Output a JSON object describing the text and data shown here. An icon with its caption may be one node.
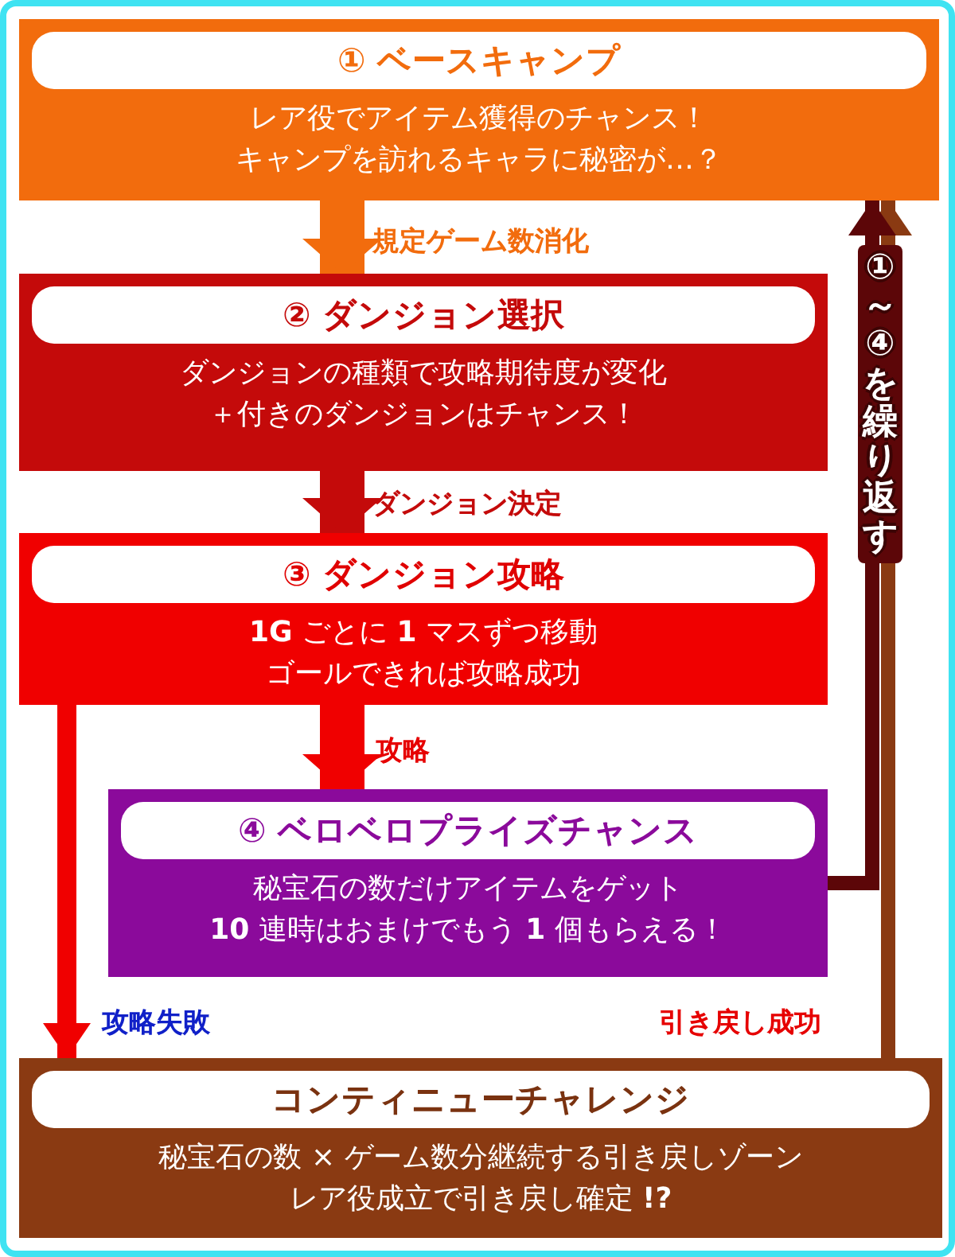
{
  "diagram": {
    "nodes": [
      {
        "text": [
          "① ベースキャンプ",
          "レア役でアイテム獲得のチャンス！キャンプを訪れるキャラに秘密が…？"
        ]
      },
      {
        "text": [
          "② ダンジョン選択",
          "ダンジョンの種類で攻略期待度が変化＋付きのダンジョンはチャンス！"
        ]
      },
      {
        "text": [
          "③ ダンジョン攻略",
          "**1G** ごとに **1** マスずつ移動ゴールできれば攻略成功"
        ]
      },
      {
        "text": [
          "④ ベロベロプライズチャンス",
          "秘宝石の数だけアイテムをゲット**10** 連時はおまけでもう **1** 個もらえる！"
        ]
      },
      {
        "text": [
          "コンティニューチャレンジ",
          "秘宝石の数 × ゲーム数分継続する引き戻しゾーンレア役成立で引き戻し確定 **!?**"
        ]
      }
    ],
    "edges": [
      {
        "from": 0,
        "to": 1,
        "arrow": "to",
        "label": "規定ゲーム数消化",
        "style": "thick",
        "color": "#f26c0d"
      },
      {
        "from": 1,
        "to": 2,
        "arrow": "to",
        "label": "ダンジョン決定",
        "style": "thick",
        "color": "#c40a0a"
      },
      {
        "from": 2,
        "to": 3,
        "arrow": "to",
        "label": "攻略",
        "style": "thick"
      },
      {
        "from": 2,
        "to": 4,
        "arrow": "to",
        "label": "攻略失敗"
      },
      {
        "from": 4,
        "to": 0,
        "arrow": "to",
        "label": "引き戻し成功",
        "color": "#8a3a12"
      },
      {
        "from": 3,
        "to": 0,
        "arrow": "to",
        "label": "①～④を繰り返す",
        "color": "#5c0608"
      }
    ]
  }
}
